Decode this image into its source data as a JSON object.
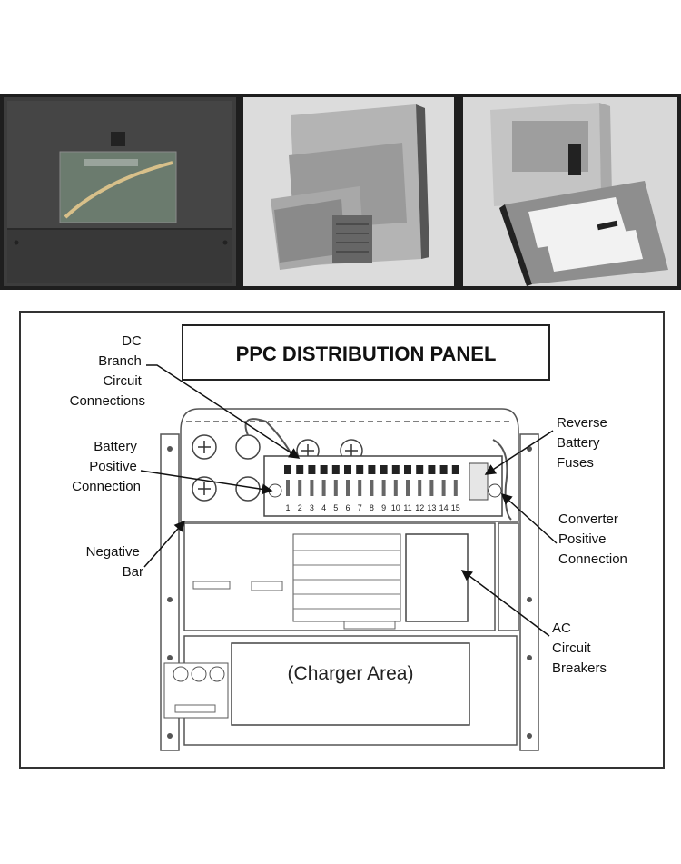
{
  "diagram": {
    "title": "PPC DISTRIBUTION PANEL",
    "charger_area": "(Charger Area)",
    "labels": {
      "dc_branch": [
        "DC",
        "Branch",
        "Circuit",
        "Connections"
      ],
      "battery_positive": [
        "Battery",
        "Positive",
        "Connection"
      ],
      "negative_bar": [
        "Negative",
        "Bar"
      ],
      "reverse_battery": [
        "Reverse",
        "Battery",
        "Fuses"
      ],
      "converter_positive": [
        "Converter",
        "Positive",
        "Connection"
      ],
      "ac_breakers": [
        "AC",
        "Circuit",
        "Breakers"
      ]
    },
    "fuse_numbers": [
      "1",
      "2",
      "3",
      "4",
      "5",
      "6",
      "7",
      "8",
      "9",
      "10",
      "11",
      "12",
      "13",
      "14",
      "15"
    ]
  },
  "colors": {
    "frame": "#333333",
    "line": "#555555",
    "photo_bg": "#1e1e1e"
  }
}
